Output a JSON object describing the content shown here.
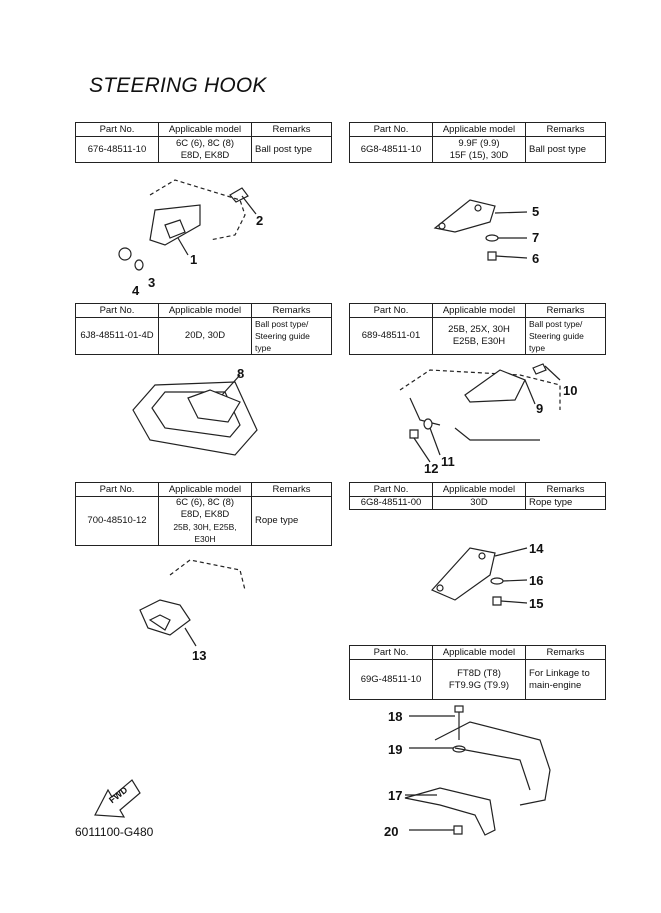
{
  "title": "STEERING HOOK",
  "headers": {
    "part_no": "Part No.",
    "model": "Applicable model",
    "remarks": "Remarks"
  },
  "tables": [
    {
      "part_no": "676-48511-10",
      "model": [
        "6C (6), 8C (8)",
        "E8D, EK8D"
      ],
      "remarks": [
        "Ball post type"
      ]
    },
    {
      "part_no": "6G8-48511-10",
      "model": [
        "9.9F (9.9)",
        "15F (15), 30D"
      ],
      "remarks": [
        "Ball post type"
      ]
    },
    {
      "part_no": "6J8-48511-01-4D",
      "model": [
        "20D, 30D"
      ],
      "remarks": [
        "Ball post type/",
        "Steering guide type"
      ]
    },
    {
      "part_no": "689-48511-01",
      "model": [
        "25B, 25X, 30H",
        "E25B, E30H"
      ],
      "remarks": [
        "Ball post type/",
        "Steering guide type"
      ]
    },
    {
      "part_no": "700-48510-12",
      "model": [
        "6C (6), 8C (8)",
        "E8D, EK8D",
        "25B, 30H, E25B, E30H"
      ],
      "remarks": [
        "Rope type"
      ]
    },
    {
      "part_no": "6G8-48511-00",
      "model": [
        "30D"
      ],
      "remarks": [
        "Rope type"
      ]
    },
    {
      "part_no": "69G-48511-10",
      "model": [
        "FT8D (T8)",
        "FT9.9G (T9.9)"
      ],
      "remarks": [
        "For Linkage to",
        "main-engine"
      ]
    }
  ],
  "callouts": [
    "1",
    "2",
    "3",
    "4",
    "5",
    "6",
    "7",
    "8",
    "9",
    "10",
    "11",
    "12",
    "13",
    "14",
    "15",
    "16",
    "17",
    "18",
    "19",
    "20"
  ],
  "fwd_label": "FWD",
  "doc_code": "6011100-G480"
}
